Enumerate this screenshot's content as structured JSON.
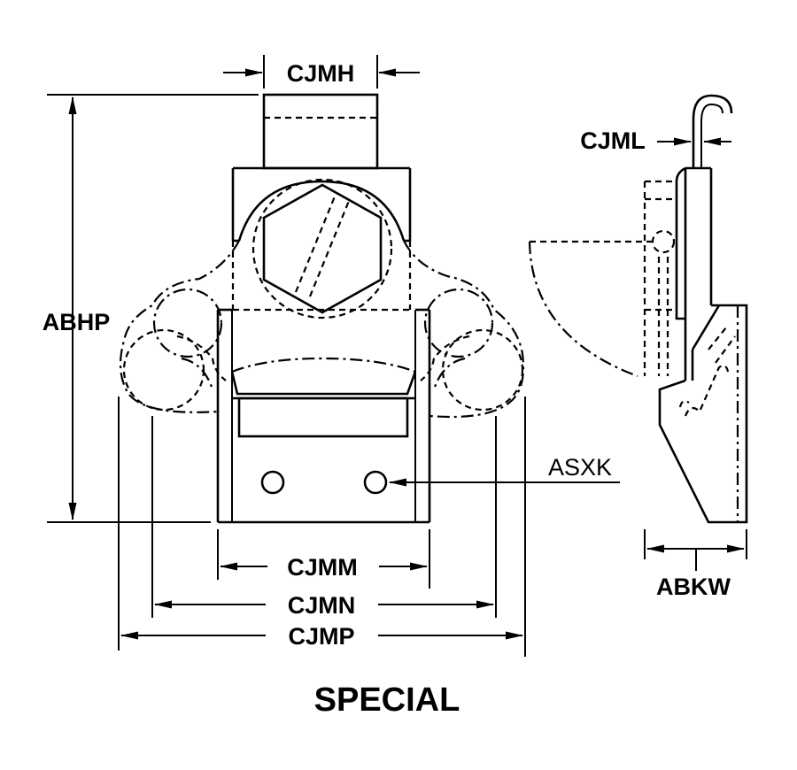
{
  "labels": {
    "cjmh": "CJMH",
    "cjml": "CJML",
    "abhp": "ABHP",
    "asxk": "ASXK",
    "cjmm": "CJMM",
    "cjmn": "CJMN",
    "cjmp": "CJMP",
    "abkw": "ABKW"
  },
  "caption": "SPECIAL"
}
